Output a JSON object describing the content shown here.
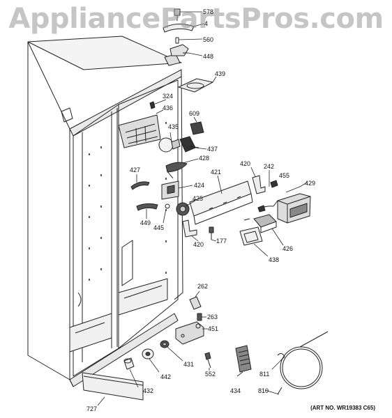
{
  "watermark": "AppliancePartsPros.com",
  "art_number": "(ART NO. WR19383 C65)",
  "callouts": {
    "p578": "578",
    "p4": "4",
    "p560": "560",
    "p448": "448",
    "p439": "439",
    "p324": "324",
    "p436": "436",
    "p609": "609",
    "p435": "435",
    "p437": "437",
    "p428": "428",
    "p427": "427",
    "p424": "424",
    "p421": "421",
    "p420a": "420",
    "p242": "242",
    "p455": "455",
    "p429": "429",
    "p425": "425",
    "p449": "449",
    "p445": "445",
    "p420b": "420",
    "p177": "177",
    "p426": "426",
    "p438": "438",
    "p262": "262",
    "p263": "263",
    "p451": "451",
    "p431": "431",
    "p442": "442",
    "p552": "552",
    "p432": "432",
    "p434": "434",
    "p811": "811",
    "p810": "810",
    "p727": "727"
  }
}
